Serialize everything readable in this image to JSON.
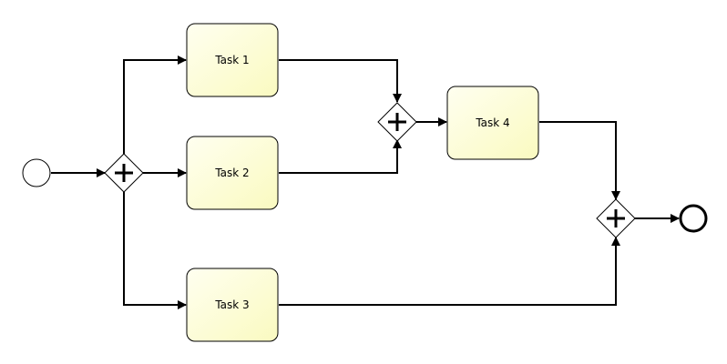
{
  "diagram": {
    "tasks": [
      {
        "id": "task-1",
        "label": "Task 1"
      },
      {
        "id": "task-2",
        "label": "Task 2"
      },
      {
        "id": "task-3",
        "label": "Task 3"
      },
      {
        "id": "task-4",
        "label": "Task 4"
      }
    ],
    "gateways": [
      {
        "id": "split-gateway",
        "type": "parallel",
        "icon": "plus-icon"
      },
      {
        "id": "join-gateway-1",
        "type": "parallel",
        "icon": "plus-icon"
      },
      {
        "id": "join-gateway-2",
        "type": "parallel",
        "icon": "plus-icon"
      }
    ],
    "events": [
      {
        "id": "start-event",
        "type": "start"
      },
      {
        "id": "end-event",
        "type": "end"
      }
    ],
    "flows": [
      {
        "from": "start-event",
        "to": "split-gateway"
      },
      {
        "from": "split-gateway",
        "to": "task-1"
      },
      {
        "from": "split-gateway",
        "to": "task-2"
      },
      {
        "from": "split-gateway",
        "to": "task-3"
      },
      {
        "from": "task-1",
        "to": "join-gateway-1"
      },
      {
        "from": "task-2",
        "to": "join-gateway-1"
      },
      {
        "from": "join-gateway-1",
        "to": "task-4"
      },
      {
        "from": "task-4",
        "to": "join-gateway-2"
      },
      {
        "from": "task-3",
        "to": "join-gateway-2"
      },
      {
        "from": "join-gateway-2",
        "to": "end-event"
      }
    ],
    "colors": {
      "task_fill_light": "#fffff0",
      "task_fill_dark": "#fafac0",
      "stroke": "#000000",
      "background": "#ffffff"
    }
  }
}
